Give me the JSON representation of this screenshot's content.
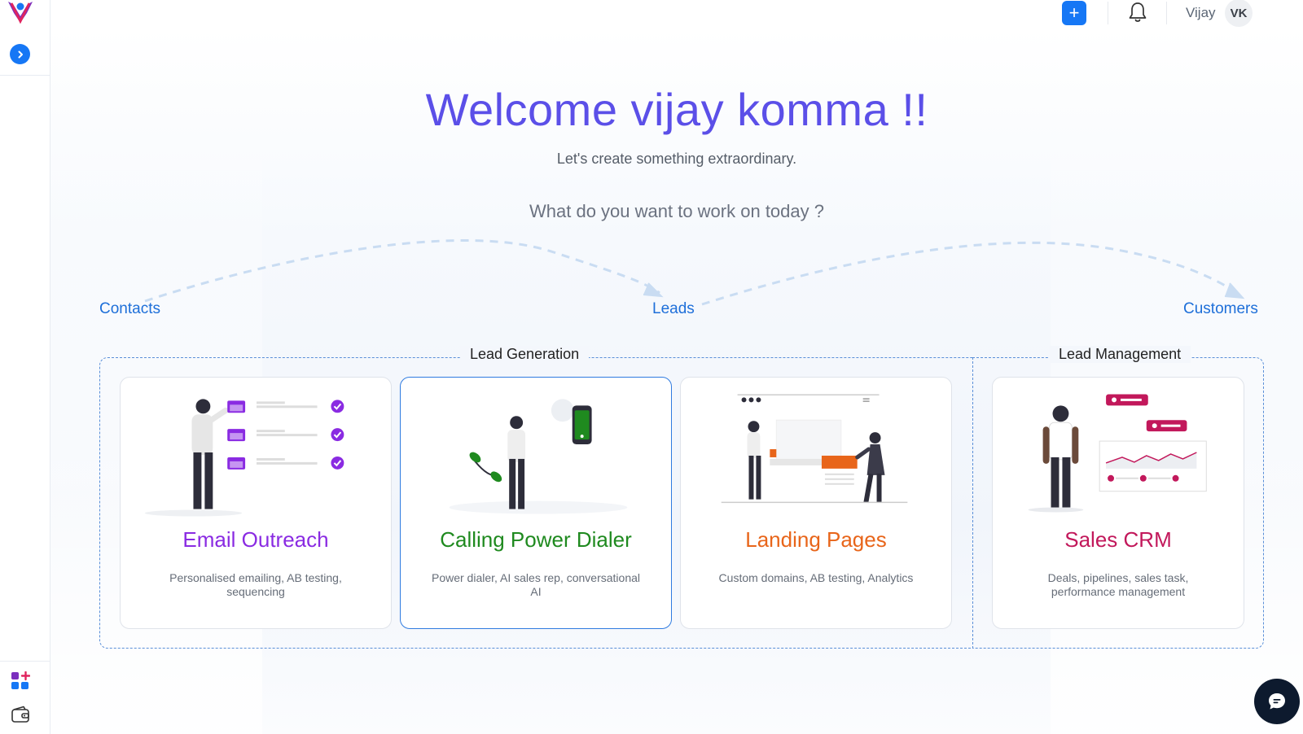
{
  "header": {
    "add_label": "+",
    "user_name": "Vijay",
    "avatar_initials": "VK"
  },
  "hero": {
    "welcome": "Welcome vijay komma !!",
    "subtitle": "Let's create something extraordinary.",
    "question": "What do you want to work on today ?"
  },
  "flow": {
    "contacts": "Contacts",
    "leads": "Leads",
    "customers": "Customers"
  },
  "groups": {
    "lead_generation": "Lead Generation",
    "lead_management": "Lead Management"
  },
  "cards": [
    {
      "title": "Email Outreach",
      "desc": "Personalised emailing, AB testing, sequencing",
      "color": "#8a2be2"
    },
    {
      "title": "Calling Power Dialer",
      "desc": "Power dialer, AI sales rep, conversational AI",
      "color": "#1f8a1f"
    },
    {
      "title": "Landing Pages",
      "desc": "Custom domains, AB testing, Analytics",
      "color": "#e8651a"
    },
    {
      "title": "Sales CRM",
      "desc": "Deals, pipelines, sales task, performance management",
      "color": "#c2185b"
    }
  ],
  "colors": {
    "accent": "#1677f5",
    "welcome": "#5b4fe8",
    "flow_link": "#1e6fd9",
    "chat": "#0d1a2e"
  },
  "icons": {
    "logo": "app-logo",
    "expand": "chevron-right-icon",
    "bell": "bell-icon",
    "apps": "apps-plus-icon",
    "wallet": "wallet-icon",
    "chat": "chat-icon"
  }
}
